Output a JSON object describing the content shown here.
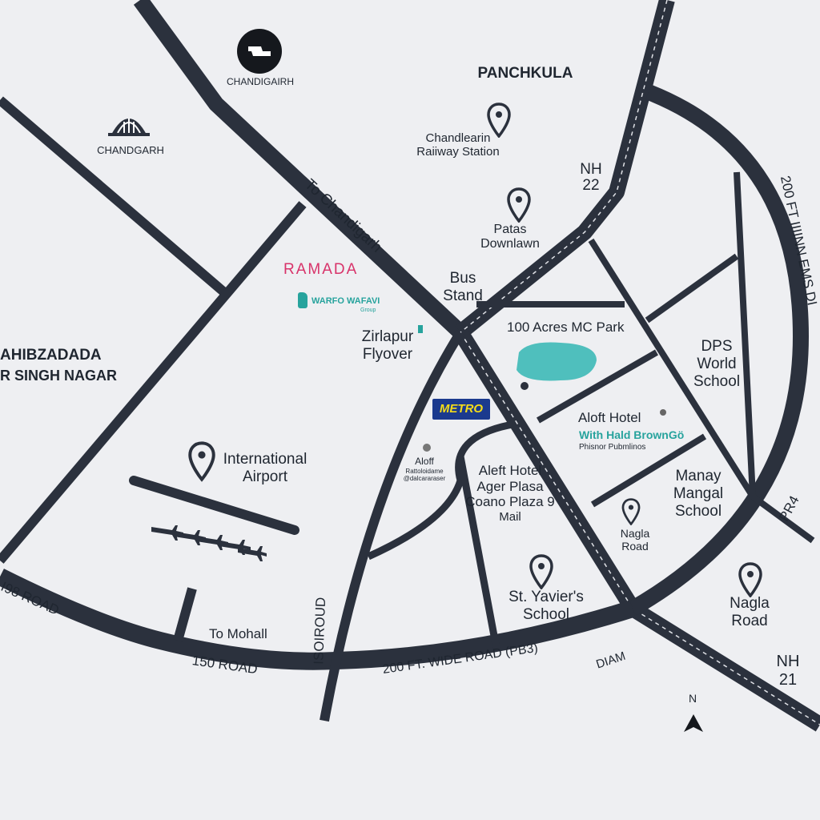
{
  "colors": {
    "road": "#2b313d",
    "water": "#4fbfbd",
    "ramada": "#d8336a",
    "teal": "#27a39d",
    "metro_bg": "#1b3a8e",
    "metro_text": "#f5dc18",
    "bg": "#eeeff2"
  },
  "icons": [
    "chandigarh-logo-icon",
    "dome-icon",
    "map-pin-icon",
    "airplane-icon",
    "north-arrow-icon"
  ],
  "places": {
    "chandigarh_logo": "CHANDIGAIRH",
    "chandgarh": "CHANDGARH",
    "panchkula": "PANCHKULA",
    "railway_station_line1": "Chandlearin",
    "railway_station_line2": "Raiiway Station",
    "patas_line1": "Patas",
    "patas_line2": "Downlawn",
    "nh22_line1": "NH",
    "nh22_line2": "22",
    "bus_stand_line1": "Bus",
    "bus_stand_line2": "Stand",
    "ramada": "RAMADA",
    "wyndham": "WARFO WAFAVI",
    "wyndham_sub": "Group",
    "zirlapur_line1": "Zirlapur",
    "zirlapur_line2": "Flyover",
    "sahibzada_line1": "AHIBZADADA",
    "sahibzada_line2": "R SINGH NAGAR",
    "acres_park": "100 Acres MC Park",
    "dps_line1": "DPS",
    "dps_line2": "World",
    "dps_line3": "School",
    "metro": "METRO",
    "aloft_hotel": "Aloft Hotel",
    "with_hald": "With Hald BrownGö",
    "phisnor": "Phisnor Pubmlinos",
    "aloft_small": "Aloff",
    "aloft_small2": "Rattoloidame",
    "aloft_small3": "@dalcararaser",
    "aleft_line1": "Aleft Hotel",
    "aleft_line2": "Ager Plasa",
    "aleft_line3": "Coano Plaza 9",
    "aleft_line4": "Mail",
    "airport_line1": "International",
    "airport_line2": "Airport",
    "manay_line1": "Manay",
    "manay_line2": "Mangal",
    "manay_line3": "School",
    "nagla_small_line1": "Nagla",
    "nagla_small_line2": "Road",
    "yavier_line1": "St. Yavier's",
    "yavier_line2": "School",
    "nagla_line1": "Nagla",
    "nagla_line2": "Road",
    "nh21_line1": "NH",
    "nh21_line2": "21",
    "north": "N"
  },
  "roads": {
    "to_chandigarh": "To Chandigarh",
    "ft200_right": "200 FT IIIINN EMS DI",
    "pr4": "PR4",
    "r198": "I98 ROAD",
    "r150": "150 ROAD",
    "to_mohall": "To Mohall",
    "isoiroud": "ISOIROUD",
    "wide_road": "200 FT. WIDE ROAD (PB3)",
    "diam": "DIAM"
  }
}
